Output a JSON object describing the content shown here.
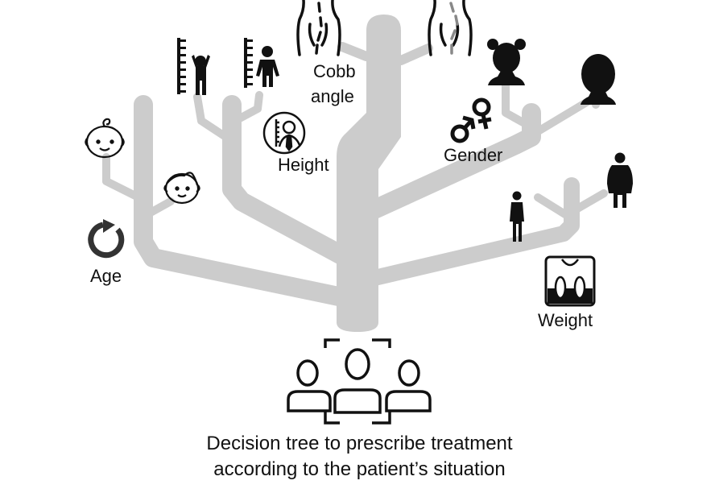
{
  "figure": {
    "caption_line1": "Decision tree to prescribe treatment",
    "caption_line2": "according to the patient’s situation",
    "tree_color": "#cccccc",
    "icon_color": "#000000"
  },
  "factors": {
    "age": {
      "label": "Age",
      "icon": "rotate-clockwise-icon",
      "options": [
        "baby-face-icon",
        "child-face-icon"
      ]
    },
    "height": {
      "label": "Height",
      "icon": "person-height-measure-icon",
      "options": [
        "short-child-ruler-icon",
        "tall-child-ruler-icon"
      ]
    },
    "cobb_angle": {
      "label_line1": "Cobb",
      "label_line2": "angle",
      "options": [
        "spine-mild-curve-icon",
        "spine-severe-curve-icon"
      ]
    },
    "gender": {
      "label": "Gender",
      "icon": "gender-symbols-icon",
      "options": [
        "female-head-icon",
        "male-head-icon"
      ]
    },
    "weight": {
      "label": "Weight",
      "icon": "bathroom-scale-icon",
      "options": [
        "slim-person-icon",
        "heavy-person-icon"
      ]
    }
  },
  "root": {
    "icon": "patient-group-icon"
  }
}
